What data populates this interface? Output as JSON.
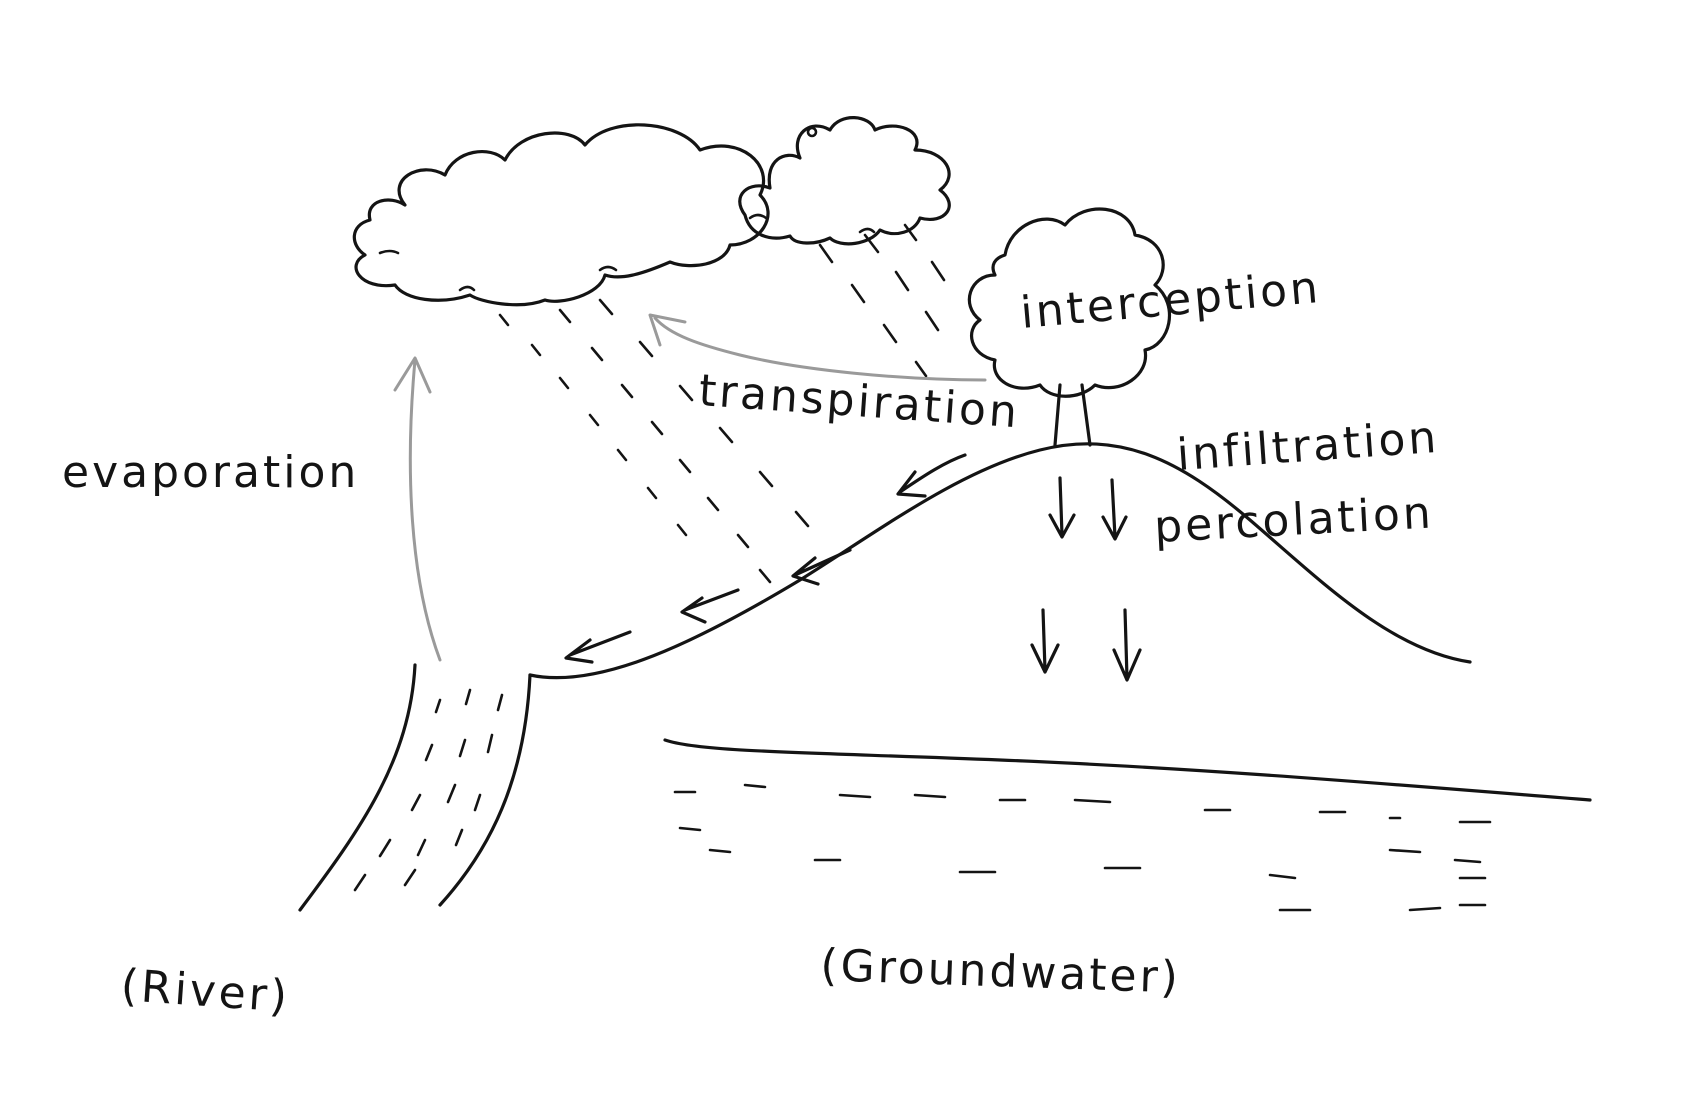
{
  "labels": {
    "interception": "interception",
    "transpiration": "transpiration",
    "evaporation": "evaporation",
    "infiltration": "infiltration",
    "percolation": "percolation",
    "river": "(River)",
    "groundwater": "(Groundwater)"
  }
}
